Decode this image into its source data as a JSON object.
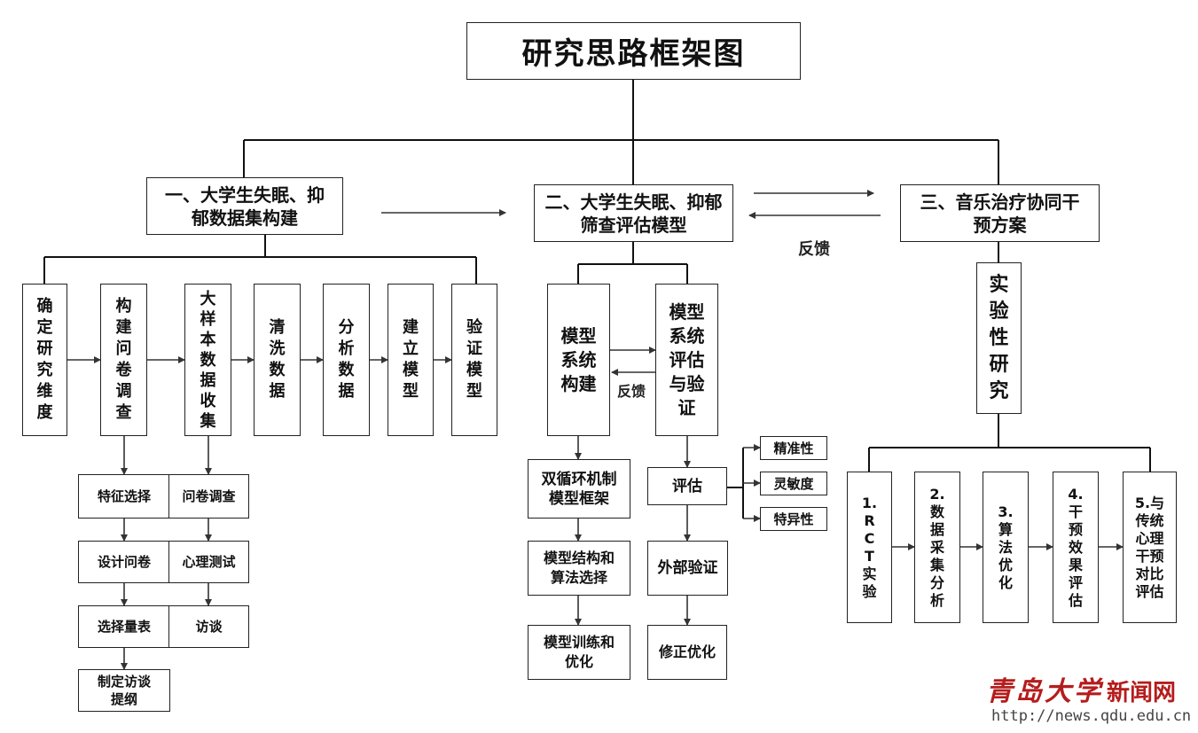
{
  "title": "研究思路框架图",
  "sections": {
    "s1": "一、大学生失眠、抑郁数据集构建",
    "s2": "二、大学生失眠、抑郁筛查评估模型",
    "s3": "三、音乐治疗协同干预方案"
  },
  "feedback": "反馈",
  "s1_steps": [
    "确定研究维度",
    "构建问卷调查",
    "大样本数据收集",
    "清洗数据",
    "分析数据",
    "建立模型",
    "验证模型"
  ],
  "s1_questionnaire_sub": [
    "特征选择",
    "设计问卷",
    "选择量表",
    "制定访谈提纲"
  ],
  "s1_collection_sub": [
    "问卷调查",
    "心理测试",
    "访谈"
  ],
  "s2_nodes": {
    "build": "模型系统构建",
    "evaluate": "模型系统评估与验证",
    "feedback": "反馈"
  },
  "s2_build_sub": [
    "双循环机制模型框架",
    "模型结构和算法选择",
    "模型训练和优化"
  ],
  "s2_eval_sub": [
    "评估",
    "外部验证",
    "修正优化"
  ],
  "s2_metrics": [
    "精准性",
    "灵敏度",
    "特异性"
  ],
  "s3_experiment": "实验性研究",
  "s3_steps": [
    "1.RCT实验",
    "2.数据采集分析",
    "3.算法优化",
    "4.干预效果评估",
    "5.与传统心理干预对比评估"
  ],
  "logo": {
    "cn": "青岛大学",
    "web": "新闻网",
    "url": "http://news.qdu.edu.cn"
  }
}
